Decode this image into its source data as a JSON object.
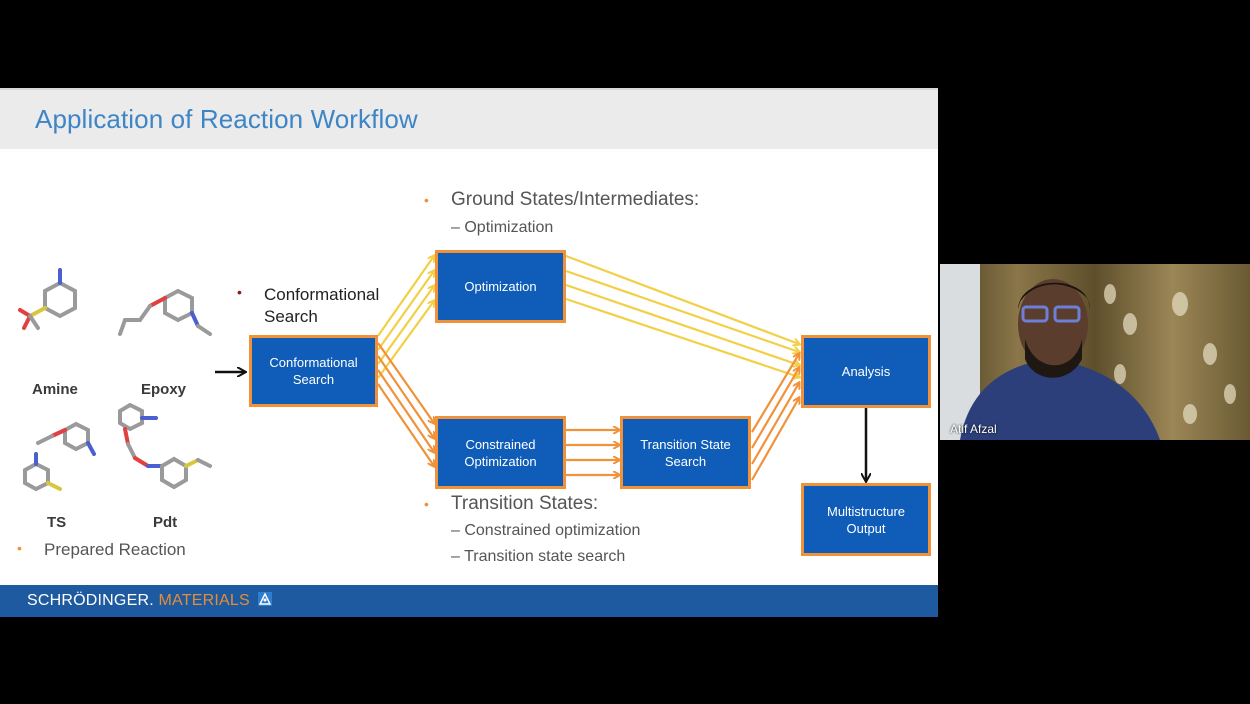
{
  "slide": {
    "title": "Application of Reaction Workflow",
    "molecules": [
      {
        "label": "Amine"
      },
      {
        "label": "Epoxy"
      },
      {
        "label": "TS"
      },
      {
        "label": "Pdt"
      }
    ],
    "prepared_reaction_bullet": "Prepared Reaction",
    "conformational_bullet": "Conformational Search",
    "ground_states_bullet": "Ground States/Intermediates:",
    "ground_states_sub": [
      "Optimization"
    ],
    "transition_states_bullet": "Transition States:",
    "transition_states_sub": [
      "Constrained optimization",
      "Transition state search"
    ],
    "boxes": {
      "conformational_search": "Conformational Search",
      "optimization": "Optimization",
      "constrained_optimization": "Constrained Optimization",
      "transition_state_search": "Transition State Search",
      "analysis": "Analysis",
      "multistructure_output": "Multistructure Output"
    },
    "footer": {
      "brand": "SCHRÖDINGER.",
      "product": "MATERIALS"
    },
    "colors": {
      "title": "#3d85c6",
      "box_fill": "#0f5db8",
      "box_border": "#f0923a",
      "yellow_arrow": "#f2cf45",
      "orange_arrow": "#f0923a",
      "footer": "#1e5aa0"
    }
  },
  "video": {
    "participant_name": "Atif Afzal"
  }
}
